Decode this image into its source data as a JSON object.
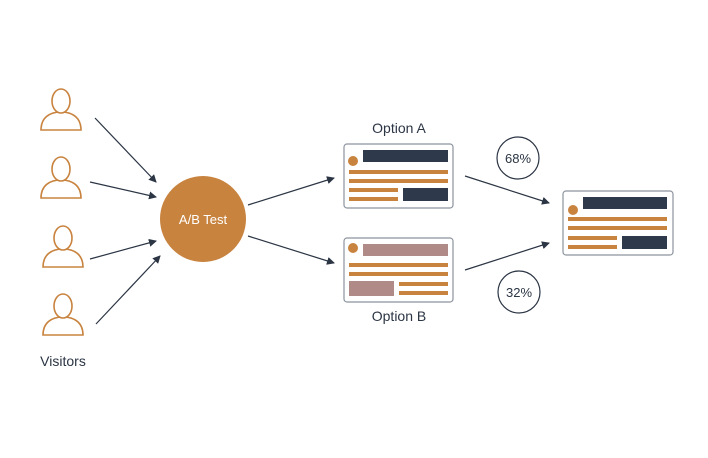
{
  "colors": {
    "accent": "#C8833F",
    "dark": "#2E3A4B",
    "mauve": "#B08A86",
    "line": "#2B3544",
    "card_border": "#8C949E",
    "white": "#FFFFFF"
  },
  "visitors": {
    "label": "Visitors",
    "icon": "person-icon",
    "count": 4
  },
  "test": {
    "label": "A/B Test"
  },
  "options": [
    {
      "label": "Option A",
      "conversion": "68%"
    },
    {
      "label": "Option B",
      "conversion": "32%"
    }
  ],
  "result": {
    "icon": "webpage-icon"
  }
}
